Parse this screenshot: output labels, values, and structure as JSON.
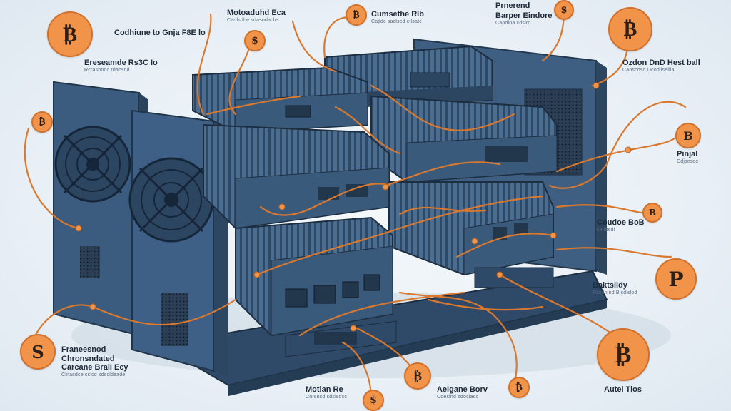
{
  "colors": {
    "background": "#e9f0f6",
    "hardware_blue": "#3e5f82",
    "hardware_dark": "#2c4560",
    "cable_orange": "#d9792f",
    "coin_orange": "#f2934a"
  },
  "callouts": [
    {
      "title": "Codhiune to Gnja F8E lo",
      "sub": ""
    },
    {
      "title": "Ereseamde Rs3C Io",
      "sub": "Rcrasbndc rdacsnd"
    },
    {
      "title": "Motoaduhd Eca",
      "sub": "Caolsdbe sdasodaclrs"
    },
    {
      "title": "Cumsethe RIb",
      "sub": "Cajldc saclscd ctlsatc"
    },
    {
      "title": "Prnerend",
      "sub": ""
    },
    {
      "title": "Barper Eindore",
      "sub": "Caodloa cdslrd"
    },
    {
      "title": "Ozdon DnD Hest ball",
      "sub": "Caoscdsd Dcodjlseilla"
    },
    {
      "title": "Pinjal",
      "sub": "Cdjscsde"
    },
    {
      "title": "Coudoe BoB",
      "sub": "ke lbsdl"
    },
    {
      "title": "Baktsildy",
      "sub": "Rcsdnlnd Bisdlslod"
    },
    {
      "title": "Franeesnod",
      "sub": ""
    },
    {
      "title": "Chronsndated",
      "sub": ""
    },
    {
      "title": "Carcane BralI Ecy",
      "sub": "Clnasdce cslcd sdscldeade"
    },
    {
      "title": "Motlan Re",
      "sub": "Cnrsncd sdsisdcc"
    },
    {
      "title": "Aeigane Borv",
      "sub": "Coeslnd sdocladc"
    },
    {
      "title": "Autel Tios",
      "sub": ""
    }
  ],
  "coins": [
    {
      "symbol": "₿",
      "icon": "bitcoin-icon"
    },
    {
      "symbol": "₿",
      "icon": "bitcoin-icon"
    },
    {
      "symbol": "$",
      "icon": "dollar-coin-icon"
    },
    {
      "symbol": "₿",
      "icon": "bitcoin-icon"
    },
    {
      "symbol": "$",
      "icon": "dollar-coin-icon"
    },
    {
      "symbol": "₿",
      "icon": "bitcoin-icon"
    },
    {
      "symbol": "B",
      "icon": "coin-icon"
    },
    {
      "symbol": "B",
      "icon": "coin-icon"
    },
    {
      "symbol": "P",
      "icon": "coin-icon"
    },
    {
      "symbol": "₿",
      "icon": "bitcoin-icon"
    },
    {
      "symbol": "S",
      "icon": "coin-icon"
    },
    {
      "symbol": "₿",
      "icon": "bitcoin-icon"
    },
    {
      "symbol": "₿",
      "icon": "bitcoin-icon"
    },
    {
      "symbol": "$",
      "icon": "dollar-coin-icon"
    }
  ]
}
